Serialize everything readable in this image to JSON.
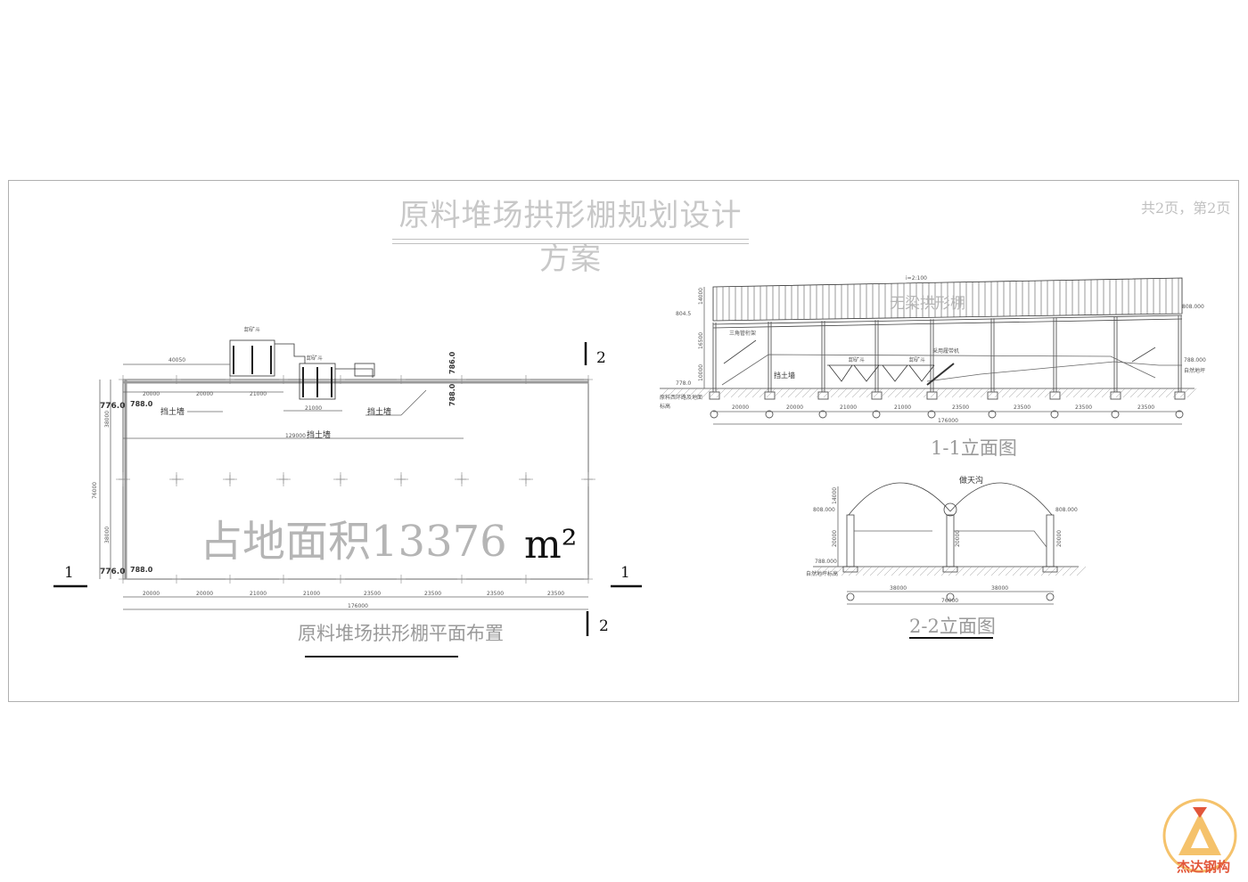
{
  "sheet": {
    "title": "原料堆场拱形棚规划设计方案",
    "page_info": "共2页，第2页"
  },
  "plan": {
    "caption": "原料堆场拱形棚平面布置",
    "area_label": "占地面积13376",
    "area_unit": "m²",
    "section_1": "1",
    "section_2": "2",
    "elev_776": "776.0",
    "elev_788": "788.0",
    "elev_786": "786.0",
    "retaining_wall": "挡土墙",
    "hopper": "卸矿斗",
    "dim_40050": "40050",
    "dim_20000": "20000",
    "dim_21000": "21000",
    "dim_23500": "23500",
    "dim_129000": "129000",
    "dim_176000": "176000",
    "dim_76000": "76000",
    "dim_38000": "38000"
  },
  "elevation_1": {
    "caption": "1-1立面图",
    "roof_label": "无梁拱形棚",
    "slope": "i=2:100",
    "truss": "三角管桁架",
    "retaining_wall": "挡土墙",
    "hopper": "卸矿斗",
    "conveyor": "采用履带机",
    "natural_ground": "自然地坪",
    "road_label": "原料西环路及地面",
    "road_label2": "标高",
    "e804": "804.5",
    "e808": "808.000",
    "e788": "788.000",
    "e778": "778.0",
    "dims": [
      "20000",
      "20000",
      "21000",
      "21000",
      "23500",
      "23500",
      "23500",
      "23500"
    ],
    "total": "176000",
    "v1": "14000",
    "v2": "16500",
    "v3": "10000"
  },
  "elevation_2": {
    "caption": "2-2立面图",
    "gutter": "做天沟",
    "natural_ground": "自然地坪标高",
    "e808": "808.000",
    "e788": "788.000",
    "dim_38000": "38000",
    "dim_76000": "76000",
    "h20000": "20000",
    "h14000": "14000"
  },
  "logo": {
    "text": "杰达钢构",
    "colors": {
      "ring": "#f5c26b",
      "accent": "#e2563a"
    }
  }
}
